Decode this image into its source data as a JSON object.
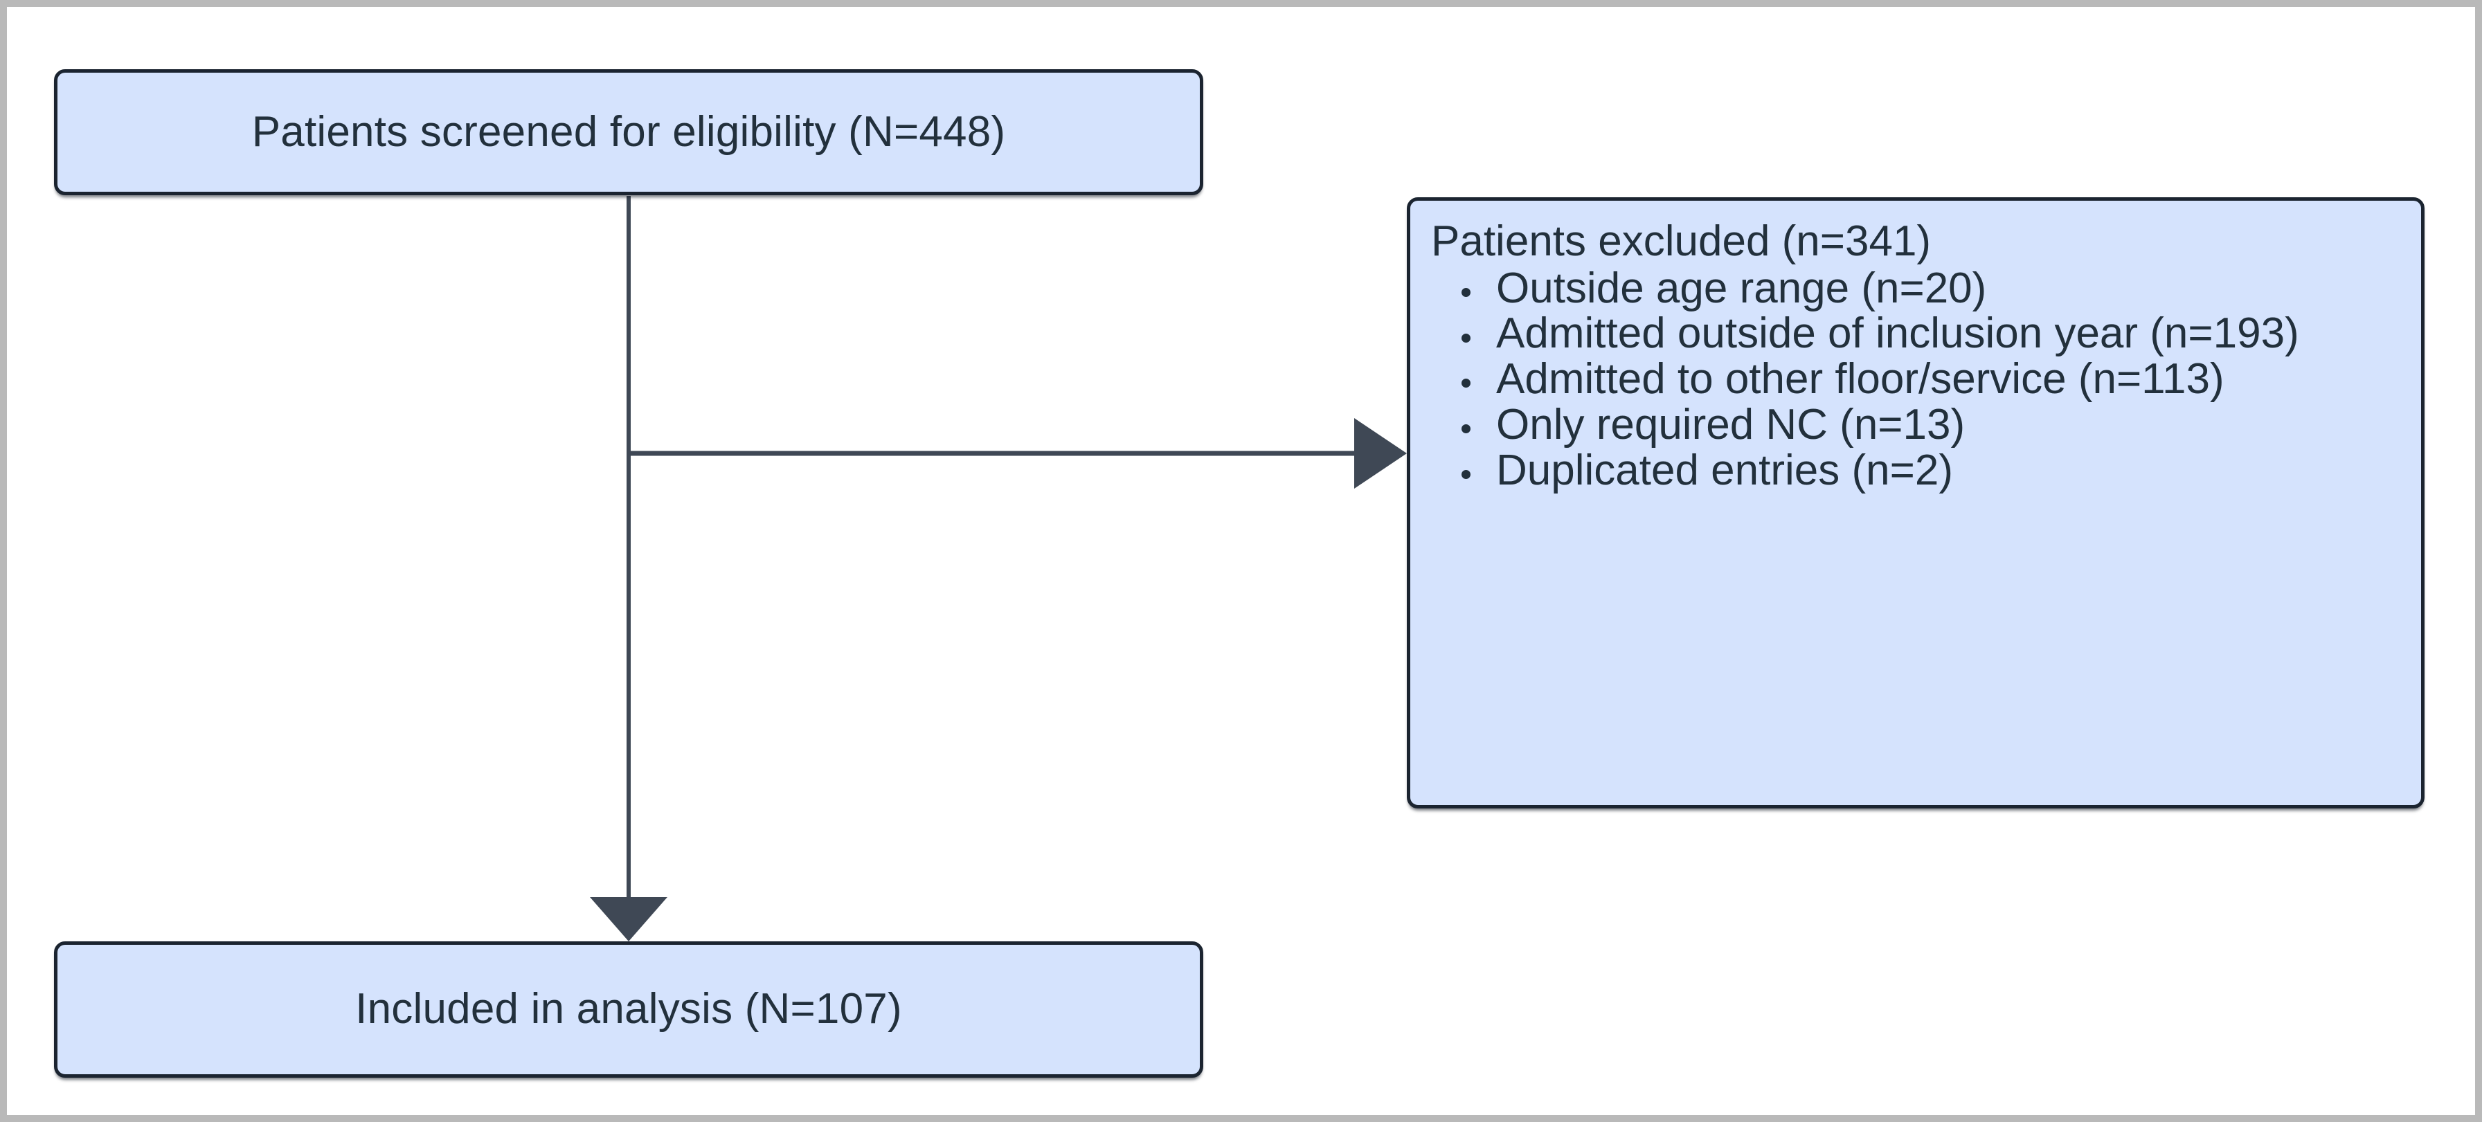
{
  "figure": {
    "type": "flowchart",
    "kind": "patient-selection-flow-diagram",
    "background_color": "#ffffff",
    "frame_color": "#b9b9b9",
    "node_fill_color": "#d5e3fd",
    "node_border_color": "#1b2430",
    "connector_color": "#3f4855",
    "text_color": "#22303c"
  },
  "nodes": {
    "screened": {
      "label": "Patients screened for eligibility (N=448)",
      "count": 448,
      "count_prefix": "N"
    },
    "excluded": {
      "title": "Patients excluded (n=341)",
      "count": 341,
      "count_prefix": "n",
      "reasons": [
        {
          "label": "Outside age range (n=20)",
          "count": 20
        },
        {
          "label": "Admitted outside of inclusion year (n=193)",
          "count": 193
        },
        {
          "label": "Admitted to other floor/service (n=113)",
          "count": 113
        },
        {
          "label": "Only required NC (n=13)",
          "count": 13
        },
        {
          "label": "Duplicated entries (n=2)",
          "count": 2
        }
      ]
    },
    "included": {
      "label": "Included in analysis (N=107)",
      "count": 107,
      "count_prefix": "N"
    }
  },
  "connectors": [
    {
      "name": "screened-to-excluded",
      "from": "screened",
      "to": "excluded",
      "direction": "right",
      "arrowhead": true
    },
    {
      "name": "screened-to-included",
      "from": "screened",
      "to": "included",
      "direction": "down",
      "arrowhead": true
    }
  ]
}
